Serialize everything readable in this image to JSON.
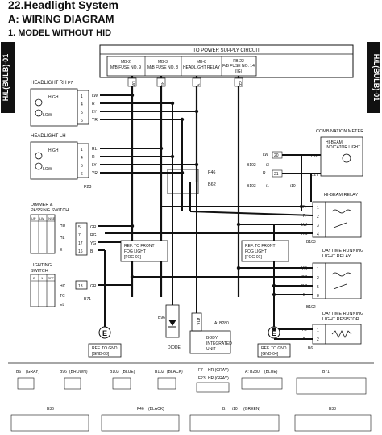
{
  "header": {
    "title": "22.Headlight System",
    "section": "A:  WIRING DIAGRAM",
    "subsection": "1.  MODEL WITHOUT HID"
  },
  "side_tab": {
    "label": "H/L(BULB)-01"
  },
  "power_supply": {
    "title": "TO POWER SUPPLY CIRCUIT",
    "columns": [
      {
        "code": "MB-2",
        "name": "M/B FUSE NO. 9"
      },
      {
        "code": "MB-3",
        "name": "M/B FUSE NO. 8"
      },
      {
        "code": "MB-8",
        "name": "HEADLIGHT RELAY"
      },
      {
        "code": "FB-22",
        "name": "F/B FUSE NO. 14",
        "sub": "(IG)"
      }
    ],
    "wire_colors": [
      "LW",
      "RL",
      "LY",
      "GR"
    ]
  },
  "headlight_rh": {
    "label": "HEADLIGHT RH",
    "connector": "F7",
    "pins": [
      {
        "pin": "1",
        "wire": "LW"
      },
      {
        "pin": "4",
        "wire": "R"
      },
      {
        "pin": "5",
        "wire": "LY"
      },
      {
        "pin": "6",
        "wire": "YR"
      }
    ],
    "high": "HIGH",
    "low": "LOW"
  },
  "headlight_lh": {
    "label": "HEADLIGHT LH",
    "connector": "F23",
    "pins": [
      {
        "pin": "1",
        "wire": "RL"
      },
      {
        "pin": "4",
        "wire": "R"
      },
      {
        "pin": "5",
        "wire": "LY"
      },
      {
        "pin": "6",
        "wire": "YR"
      }
    ],
    "high": "HIGH",
    "low": "LOW"
  },
  "dimmer_switch": {
    "label_line1": "DIMMER &",
    "label_line2": "PASSING SWITCH",
    "positions": [
      "UP",
      "LW",
      "INSE"
    ],
    "switch_labels": [
      "HU",
      "HL",
      "E"
    ],
    "pins": [
      {
        "pin": "5",
        "wire": "GR"
      },
      {
        "pin": "7",
        "wire": "RG"
      },
      {
        "pin": "17",
        "wire": "YG"
      },
      {
        "pin": "16",
        "wire": "B"
      }
    ]
  },
  "lighting_switch": {
    "label_line1": "LIGHTING",
    "label_line2": "SWITCH",
    "positions": [
      "2",
      "1",
      "OFF"
    ],
    "switch_labels": [
      "HC",
      "TC",
      "EL"
    ],
    "pins": [
      {
        "pin": "13",
        "wire": "GR"
      }
    ]
  },
  "connector_labels": [
    "B71",
    "F46",
    "B62",
    "B96",
    "B280",
    "B103",
    "B102",
    "B6",
    "B38",
    "B36",
    "i3",
    "i1",
    "i10",
    "B26",
    "B27"
  ],
  "combination_meter": {
    "label": "COMBINATION METER",
    "indicator_line1": "HI-BEAM",
    "indicator_line2": "INDICATOR LIGHT",
    "wires": [
      {
        "wire": "LW",
        "pin": "20"
      },
      {
        "wire": "R",
        "pin": "21"
      }
    ]
  },
  "hi_beam_relay": {
    "label": "HI-BEAM RELAY",
    "pins": [
      {
        "pin": "1",
        "wire": "R"
      },
      {
        "pin": "2",
        "wire": "R"
      },
      {
        "pin": "3",
        "wire": "LW"
      },
      {
        "pin": "4",
        "wire": "RG"
      }
    ]
  },
  "drl_relay": {
    "label_line1": "DAYTIME RUNNING",
    "label_line2": "LIGHT RELAY",
    "pins": [
      {
        "pin": "1",
        "wire": "YR"
      },
      {
        "pin": "2",
        "wire": "GR"
      },
      {
        "pin": "5",
        "wire": "RG"
      },
      {
        "pin": "8",
        "wire": "B"
      }
    ]
  },
  "drl_resistor": {
    "label_line1": "DAYTIME RUNNING",
    "label_line2": "LIGHT RESISTOR",
    "pins": [
      {
        "pin": "1",
        "wire": "YB"
      },
      {
        "pin": "2",
        "wire": "B"
      }
    ]
  },
  "fog_refs": [
    {
      "line1": "REF. TO FRONT",
      "line2": "FOG LIGHT",
      "line3": "[FOG-01]"
    },
    {
      "line1": "REF. TO FRONT",
      "line2": "FOG LIGHT",
      "line3": "[FOG-01]"
    }
  ],
  "ground_refs": [
    {
      "line1": "REF. TO GND",
      "line2": "[GND-03]"
    },
    {
      "line1": "REF. TO GND",
      "line2": "[GND-04]"
    }
  ],
  "diode": {
    "label": "DIODE"
  },
  "body_integrated_unit": {
    "line1": "BODY",
    "line2": "INTEGRATED",
    "line3": "UNIT",
    "connector": "A: B280",
    "pin": "A16"
  },
  "legend": {
    "row1": [
      {
        "code": "B6",
        "color": "(GRAY)"
      },
      {
        "code": "B96",
        "color": "(BROWN)"
      },
      {
        "code": "B103",
        "color": "(BLUE)"
      },
      {
        "code": "B102",
        "color": "(BLACK)"
      },
      {
        "code": "F7",
        "color": "HR (GRAY)"
      },
      {
        "code": "F23",
        "color": "HR (GRAY)"
      },
      {
        "code": "A: B280",
        "color": "(BLUE)"
      },
      {
        "code": "B71",
        "color": ""
      }
    ],
    "row2": [
      {
        "code": "B36",
        "color": ""
      },
      {
        "code": "F46",
        "color": "(BLACK)"
      },
      {
        "code": "i10",
        "color": "(GREEN)"
      },
      {
        "code": "B38",
        "color": ""
      }
    ],
    "prefix_b": "B:"
  }
}
